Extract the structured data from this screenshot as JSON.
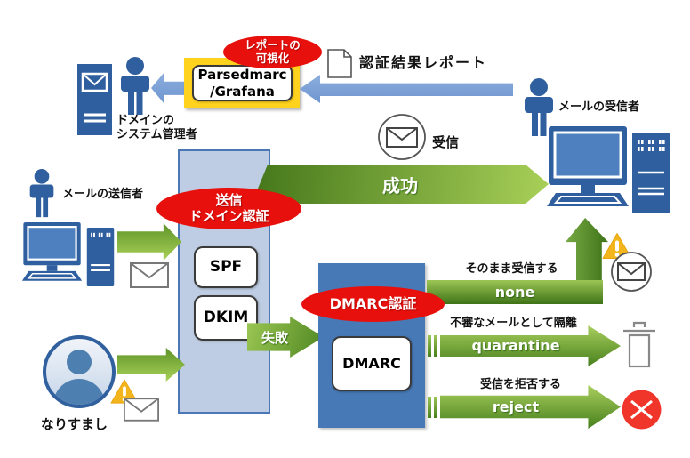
{
  "labels": {
    "admin": "ドメインの\nシステム管理者",
    "report_viz": "レポートの\n可視化",
    "parsedmarc": "Parsedmarc\n/Grafana",
    "auth_report": "認証結果レポート",
    "receive": "受信",
    "receiver": "メールの受信者",
    "sender": "メールの送信者",
    "sender_domain_auth": "送信\nドメイン認証",
    "spf": "SPF",
    "dkim": "DKIM",
    "success": "成功",
    "fail": "失敗",
    "dmarc_auth": "DMARC認証",
    "dmarc": "DMARC",
    "spoofing": "なりすまし"
  },
  "policies": [
    {
      "desc": "そのまま受信する",
      "name": "none"
    },
    {
      "desc": "不審なメールとして隔離",
      "name": "quarantine"
    },
    {
      "desc": "受信を拒否する",
      "name": "reject"
    }
  ],
  "colors": {
    "icon_blue": "#2F5F9E",
    "screen_blue": "#4E7FBE",
    "panel_light_blue": "#BECDE3",
    "panel_dmarc_blue": "#4779B6",
    "badge_red": "#E8100C",
    "box_yellow": "#FFD21E",
    "warning_gold": "#F2B51C",
    "green_dark": "#3E7317",
    "green_light": "#A9D158",
    "arrow_blue": "#7CA2D8",
    "reject_red": "#F0352B"
  }
}
